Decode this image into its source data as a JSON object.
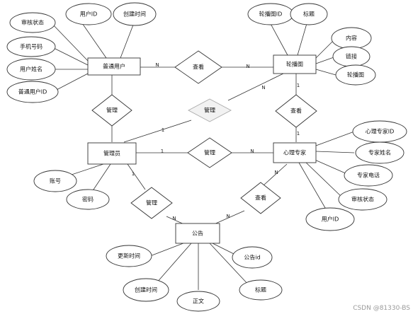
{
  "entities": {
    "user": "普通用户",
    "carousel": "轮播图",
    "admin": "管理员",
    "expert": "心理专家",
    "notice": "公告"
  },
  "relations": {
    "user_carousel": "查看",
    "admin_carousel": "管理",
    "carousel_expert": "查看",
    "admin_user": "管理",
    "admin_expert": "管理",
    "admin_notice": "管理",
    "expert_notice": "查看"
  },
  "attributes": {
    "user": [
      "用户ID",
      "创建时间",
      "审核状态",
      "手机号码",
      "用户姓名",
      "普通用户ID"
    ],
    "carousel": [
      "轮播图ID",
      "标题",
      "内容",
      "链接",
      "轮播图"
    ],
    "expert": [
      "心理专家ID",
      "专家姓名",
      "专家电话",
      "审核状态",
      "用户ID"
    ],
    "admin": [
      "账号",
      "密码"
    ],
    "notice": [
      "更新时间",
      "公告id",
      "创建时间",
      "正文",
      "标题"
    ]
  },
  "cardinality": {
    "user_rel": "N",
    "rel_carousel": "N",
    "carousel_rel": "1",
    "rel_expert": "1",
    "admin_carousel_admin": "1",
    "admin_carousel_carousel": "N",
    "admin_expert_admin": "1",
    "admin_expert_expert": "N",
    "admin_notice_admin": "1",
    "admin_notice_notice": "N",
    "expert_notice_expert": "N",
    "expert_notice_notice": "N"
  },
  "watermark": "CSDN @81330-BS"
}
